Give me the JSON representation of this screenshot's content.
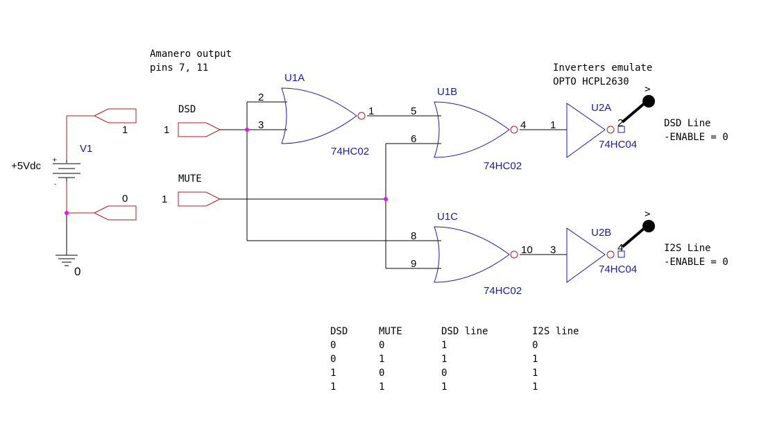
{
  "annotations": {
    "amanero_line1": "Amanero output",
    "amanero_line2": "pins 7, 11",
    "inverter_line1": "Inverters emulate",
    "inverter_line2": "OPTO HCPL2630",
    "dsd_out_line1": "DSD  Line",
    "dsd_out_line2": "-ENABLE = 0",
    "i2s_out_line1": "I2S  Line",
    "i2s_out_line2": "-ENABLE = 0"
  },
  "source": {
    "name": "V1",
    "value": "+5Vdc",
    "ground_label": "0",
    "top_port_label": "1",
    "bottom_port_label": "0"
  },
  "inputs": {
    "dsd_name": "DSD",
    "dsd_pin": "1",
    "mute_name": "MUTE",
    "mute_pin": "1"
  },
  "gates": {
    "u1a": {
      "name": "U1A",
      "part": "74HC02",
      "pin_in_a": "2",
      "pin_in_b": "3",
      "pin_out": "1"
    },
    "u1b": {
      "name": "U1B",
      "part": "74HC02",
      "pin_in_a": "5",
      "pin_in_b": "6",
      "pin_out": "4"
    },
    "u1c": {
      "name": "U1C",
      "part": "74HC02",
      "pin_in_a": "8",
      "pin_in_b": "9",
      "pin_out": "10"
    },
    "u2a": {
      "name": "U2A",
      "part": "74HC04",
      "pin_in": "1",
      "pin_out": "2"
    },
    "u2b": {
      "name": "U2B",
      "part": "74HC04",
      "pin_in": "3",
      "pin_out": "4"
    }
  },
  "probes": {
    "dsd_probe": ">",
    "i2s_probe": ">"
  },
  "truth_table": {
    "headers": [
      "DSD",
      "MUTE",
      "DSD line",
      "I2S line"
    ],
    "rows": [
      [
        "0",
        "0",
        "1",
        "0"
      ],
      [
        "0",
        "1",
        "1",
        "1"
      ],
      [
        "1",
        "0",
        "0",
        "1"
      ],
      [
        "1",
        "1",
        "1",
        "1"
      ]
    ]
  }
}
